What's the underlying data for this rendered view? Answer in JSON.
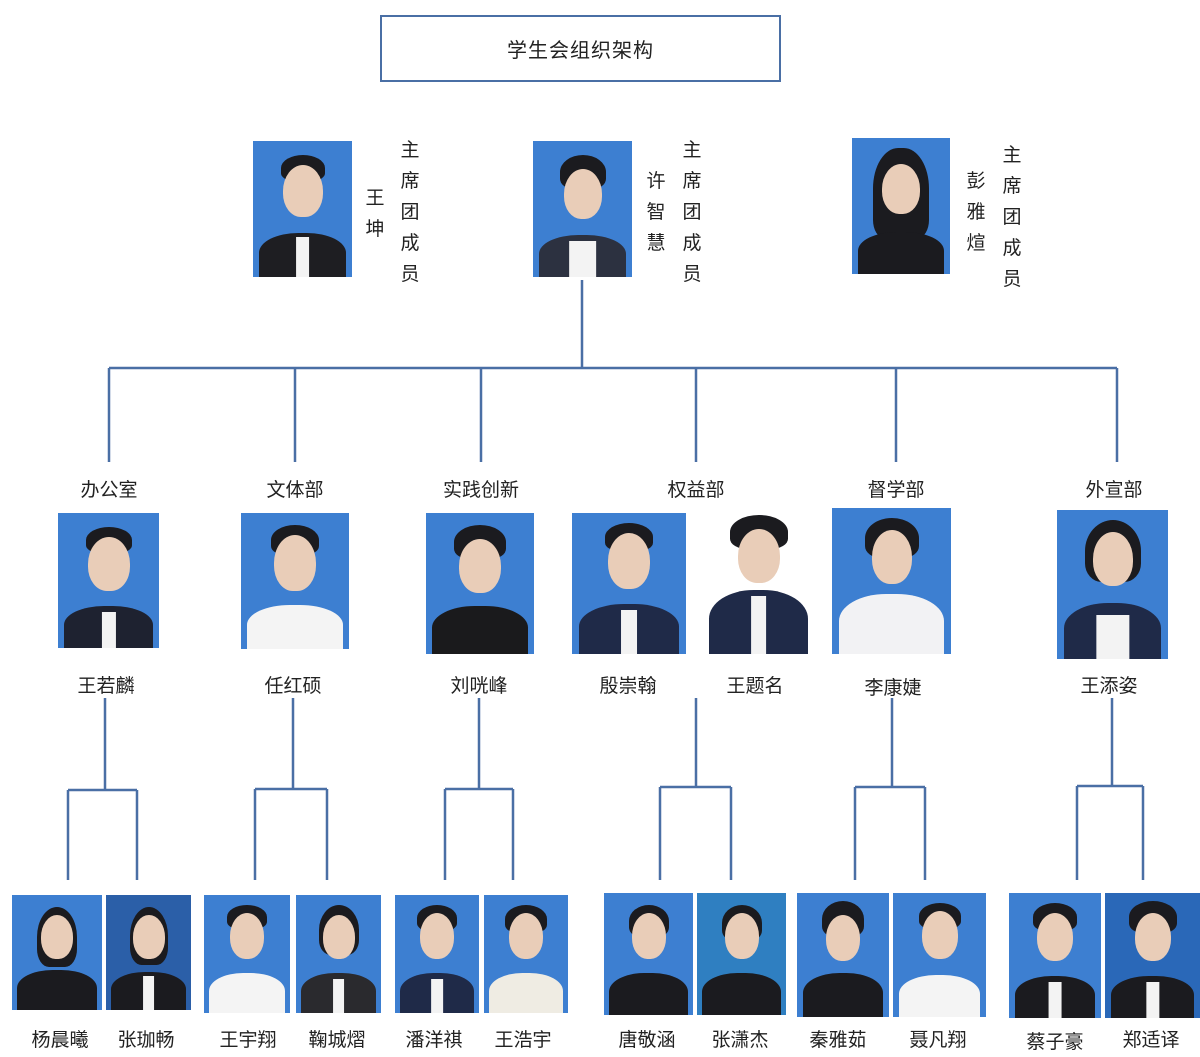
{
  "title": "学生会组织架构",
  "presidium": [
    {
      "name": "王坤",
      "role": "主席团成员"
    },
    {
      "name": "许智慧",
      "role": "主席团成员"
    },
    {
      "name": "彭雅煊",
      "role": "主席团成员"
    }
  ],
  "departments": [
    {
      "name": "办公室",
      "heads": [
        "王若麟"
      ],
      "members": [
        "杨晨曦",
        "张珈畅"
      ]
    },
    {
      "name": "文体部",
      "heads": [
        "任红硕"
      ],
      "members": [
        "王宇翔",
        "鞠城熠"
      ]
    },
    {
      "name": "实践创新",
      "heads": [
        "刘咣峰"
      ],
      "members": [
        "潘洋祺",
        "王浩宇"
      ]
    },
    {
      "name": "权益部",
      "heads": [
        "殷崇翰",
        "王题名"
      ],
      "members": [
        "唐敬涵",
        "张潇杰"
      ]
    },
    {
      "name": "督学部",
      "heads": [
        "李康婕"
      ],
      "members": [
        "秦雅茹",
        "聂凡翔"
      ]
    },
    {
      "name": "外宣部",
      "heads": [
        "王添姿"
      ],
      "members": [
        "蔡子豪",
        "郑适译"
      ]
    }
  ],
  "colors": {
    "line": "#4a6fa5",
    "photo_bg": "#3d7fd1"
  }
}
